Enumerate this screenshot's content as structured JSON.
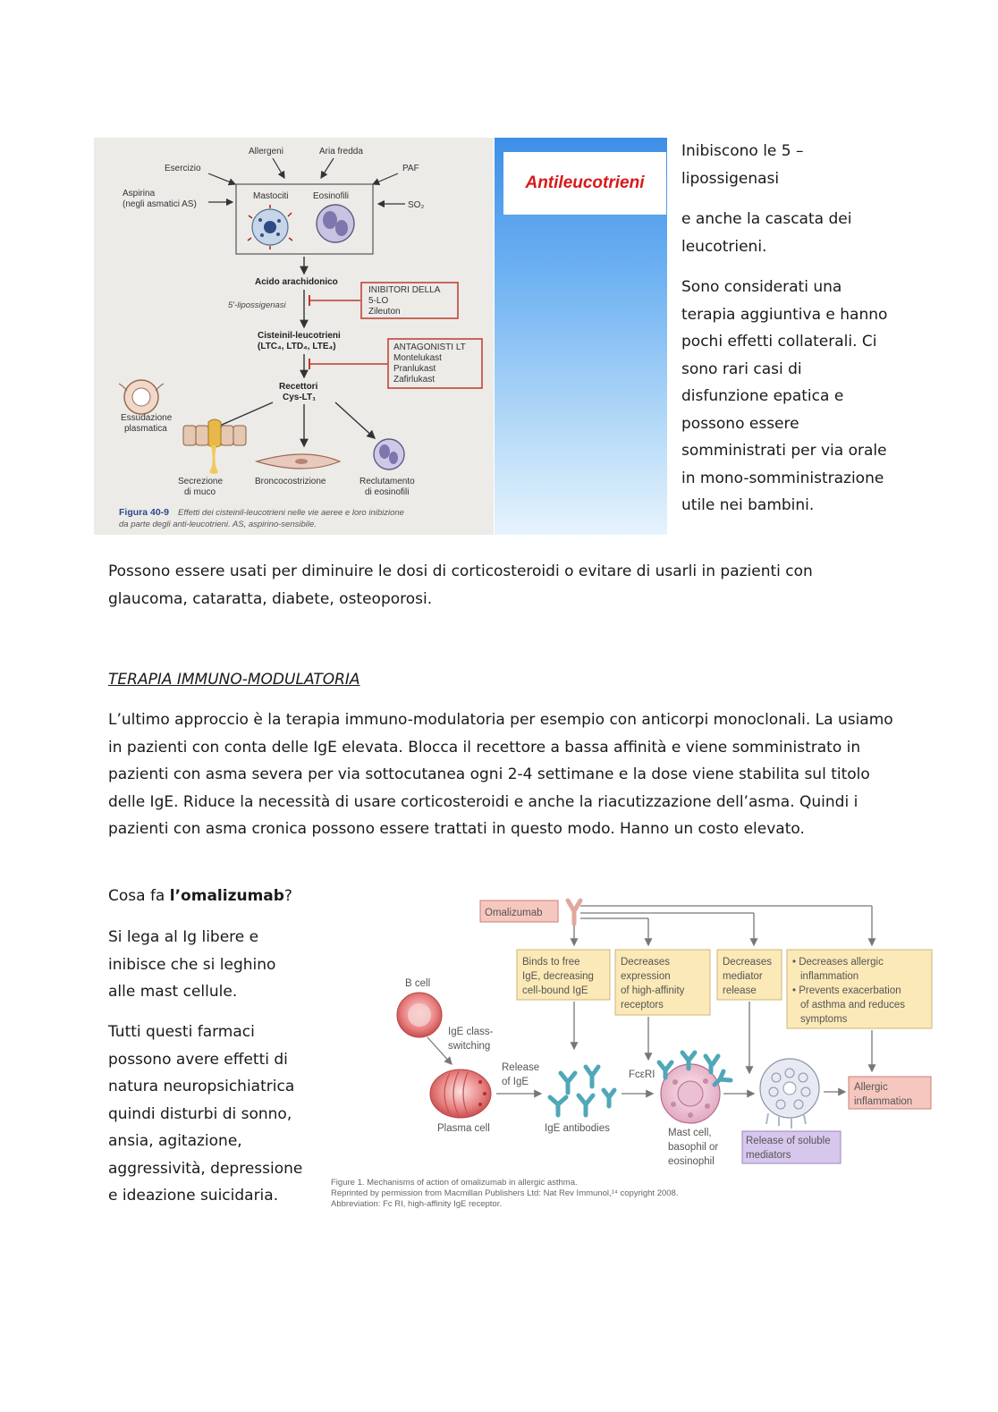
{
  "figure1": {
    "triggers": {
      "allergeni": "Allergeni",
      "aria_fredda": "Aria fredda",
      "esercizio": "Esercizio",
      "paf": "PAF",
      "aspirina_1": "Aspirina",
      "aspirina_2": "(negli asmatici AS)",
      "so2": "SO₂"
    },
    "cells": {
      "mastociti": "Mastociti",
      "eosinofili": "Eosinofili"
    },
    "acido": "Acido arachidonico",
    "lipossigenasi": "5'-lipossigenasi",
    "cisteinil_1": "Cisteinil-leucotrieni",
    "cisteinil_2": "(LTC₄, LTD₄, LTE₄)",
    "recettori_1": "Recettori",
    "recettori_2": "Cys-LT₁",
    "inibitori": [
      "INIBITORI DELLA",
      "5-LO",
      "Zileuton"
    ],
    "antagonisti": [
      "ANTAGONISTI LT",
      "Montelukast",
      "Pranlukast",
      "Zafirlukast"
    ],
    "effects": {
      "essudazione_1": "Essudazione",
      "essudazione_2": "plasmatica",
      "secrezione_1": "Secrezione",
      "secrezione_2": "di muco",
      "bronco": "Broncocostrizione",
      "reclutamento_1": "Reclutamento",
      "reclutamento_2": "di eosinofili"
    },
    "caption_label": "Figura 40-9",
    "caption_1": "Effetti dei cisteinil-leucotrieni nelle vie aeree e loro inibizione",
    "caption_2": "da parte degli anti-leucotrieni. AS, aspirino-sensibile."
  },
  "slide": {
    "title": "Antileucotrieni"
  },
  "side_text": {
    "p1": "Inibiscono le 5 – lipossigenasi",
    "p2": "e anche la cascata dei leucotrieni.",
    "p3": "Sono considerati una terapia aggiuntiva e hanno pochi effetti collaterali. Ci sono rari casi di disfunzione epatica e possono essere somministrati per via orale in mono-somministrazione utile nei bambini."
  },
  "para_corticosteroidi": "Possono essere usati per diminuire le dosi di corticosteroidi o evitare di usarli in pazienti con glaucoma, cataratta, diabete, osteoporosi.",
  "heading_terapia": "TERAPIA IMMUNO-MODULATORIA",
  "para_terapia": "L’ultimo approccio è la terapia immuno-modulatoria per esempio con anticorpi monoclonali. La usiamo in pazienti con conta delle IgE elevata. Blocca il recettore a bassa affinità e viene somministrato in pazienti con asma severa per via sottocutanea ogni 2-4 settimane e la dose viene stabilita sul titolo delle IgE. Riduce la necessità di usare corticosteroidi e anche la riacutizzazione dell’asma. Quindi i pazienti con asma cronica possono essere trattati in questo modo. Hanno un costo elevato.",
  "question_pre": "Cosa fa ",
  "question_bold": "l’omalizumab",
  "question_post": "?",
  "answer": "Si lega al Ig libere e inibisce che si leghino alle mast cellule.",
  "side_effects": "Tutti questi farmaci possono avere effetti di natura neuropsichiatrica quindi disturbi di sonno, ansia, agitazione, aggressività, depressione e ideazione suicidaria.",
  "figure2": {
    "omalizumab": "Omalizumab",
    "box1": [
      "Binds to free",
      "IgE, decreasing",
      "cell-bound IgE"
    ],
    "box2": [
      "Decreases",
      "expression",
      "of high-affinity",
      "receptors"
    ],
    "box3": [
      "Decreases",
      "mediator",
      "release"
    ],
    "box4": [
      "• Decreases allergic",
      "inflammation",
      "• Prevents exacerbation",
      "of asthma and reduces",
      "symptoms"
    ],
    "b_cell": "B cell",
    "ige_switch_1": "IgE class-",
    "ige_switch_2": "switching",
    "release_1": "Release",
    "release_2": "of IgE",
    "fceri": "FcεRI",
    "plasma_cell": "Plasma cell",
    "ige_antibodies": "IgE antibodies",
    "mast_1": "Mast cell,",
    "mast_2": "basophil or",
    "mast_3": "eosinophil",
    "soluble_1": "Release of soluble",
    "soluble_2": "mediators",
    "allergic_1": "Allergic",
    "allergic_2": "inflammation",
    "caption_1": "Figure 1. Mechanisms of action of omalizumab in allergic asthma.",
    "caption_2": "Reprinted by permission from Macmillan Publishers Ltd: Nat Rev Immunol,¹⁴ copyright 2008.",
    "caption_3": "Abbreviation: Fc RI, high-affinity IgE receptor."
  }
}
